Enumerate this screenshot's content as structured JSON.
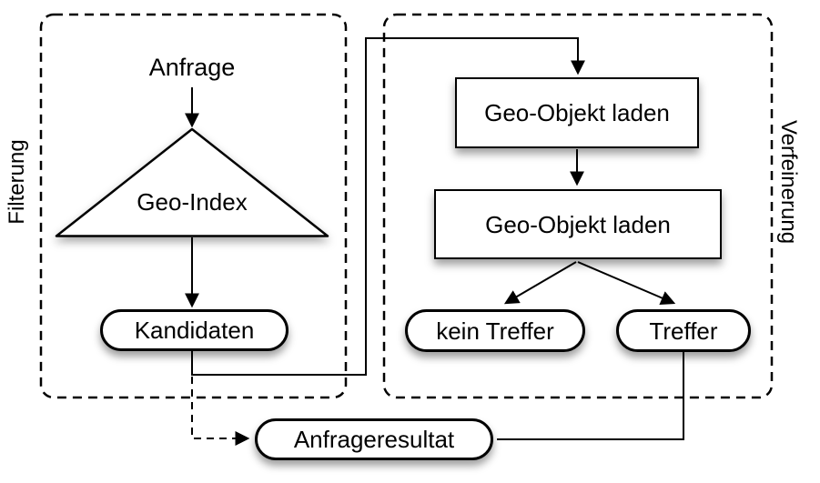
{
  "colors": {
    "stroke": "#000000",
    "fill": "#ffffff",
    "background": "#ffffff",
    "shadow": "rgba(0,0,0,0.38)"
  },
  "groups": {
    "filterung": {
      "label": "Filterung"
    },
    "verfeinerung": {
      "label": "Verfeinerung"
    }
  },
  "nodes": {
    "anfrage": {
      "label": "Anfrage",
      "type": "text"
    },
    "geo_index": {
      "label": "Geo-Index",
      "type": "triangle"
    },
    "kandidaten": {
      "label": "Kandidaten",
      "type": "pill"
    },
    "geo_objekt_laden_1": {
      "label": "Geo-Objekt laden",
      "type": "rect"
    },
    "geo_objekt_laden_2": {
      "label": "Geo-Objekt laden",
      "type": "rect"
    },
    "kein_treffer": {
      "label": "kein Treffer",
      "type": "pill"
    },
    "treffer": {
      "label": "Treffer",
      "type": "pill"
    },
    "anfrageresultat": {
      "label": "Anfrageresultat",
      "type": "pill"
    }
  },
  "edges": [
    {
      "from": "anfrage",
      "to": "geo_index",
      "style": "solid-arrow"
    },
    {
      "from": "geo_index",
      "to": "kandidaten",
      "style": "solid-arrow"
    },
    {
      "from": "kandidaten",
      "to": "geo_objekt_laden_1",
      "style": "solid-arrow"
    },
    {
      "from": "geo_objekt_laden_1",
      "to": "geo_objekt_laden_2",
      "style": "solid-arrow"
    },
    {
      "from": "geo_objekt_laden_2",
      "to": "kein_treffer",
      "style": "solid-arrow"
    },
    {
      "from": "geo_objekt_laden_2",
      "to": "treffer",
      "style": "solid-arrow"
    },
    {
      "from": "treffer",
      "to": "anfrageresultat",
      "style": "solid-line"
    },
    {
      "from": "kandidaten",
      "to": "anfrageresultat",
      "style": "dashed-arrow"
    }
  ]
}
